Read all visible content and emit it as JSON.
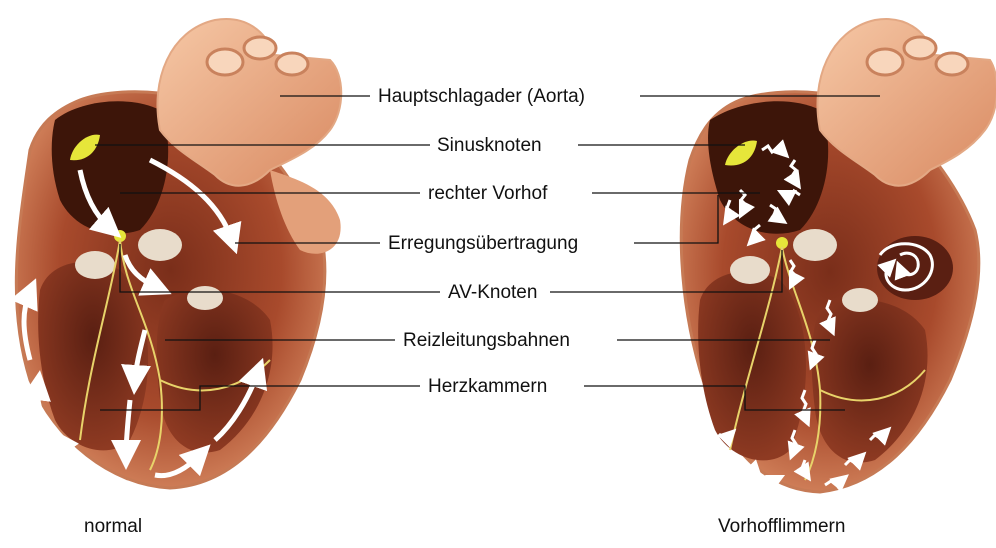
{
  "labels": {
    "aorta": "Hauptschlagader (Aorta)",
    "sinus_node": "Sinusknoten",
    "right_atrium": "rechter Vorhof",
    "excitation": "Erregungsübertragung",
    "av_node": "AV-Knoten",
    "conduction": "Reizleitungsbahnen",
    "ventricles": "Herzkammern"
  },
  "captions": {
    "left": "normal",
    "right": "Vorhofflimmern"
  },
  "colors": {
    "heart_dark": "#8a3a22",
    "heart_mid": "#c56a45",
    "heart_light": "#f0b894",
    "node": "#e6e63a",
    "nerve": "#e8d36a",
    "arrow": "#ffffff",
    "leader": "#111111"
  }
}
